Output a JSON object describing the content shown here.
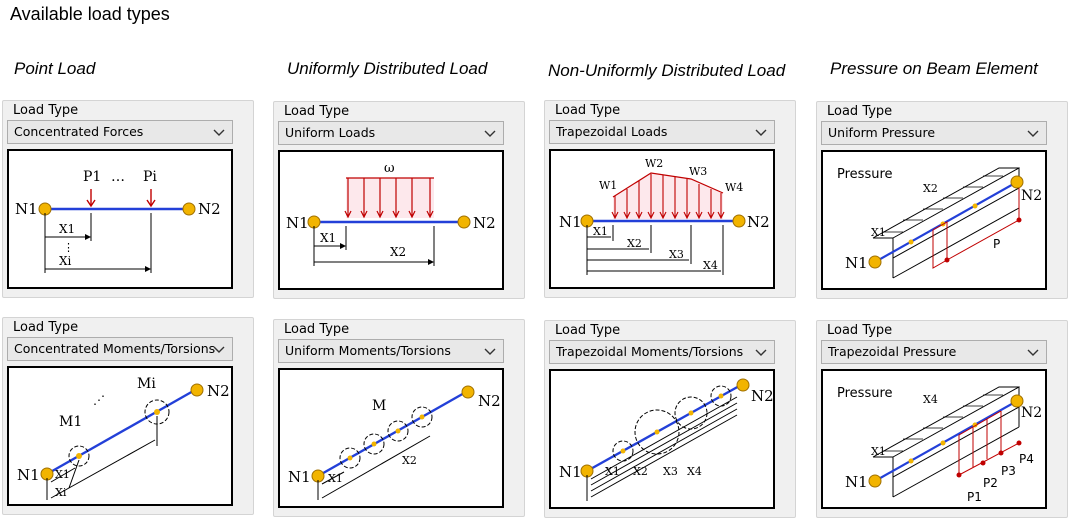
{
  "page_title": "Available load types",
  "columns": [
    {
      "title": "Point Load",
      "panels": [
        {
          "label": "Load Type",
          "selected": "Concentrated Forces",
          "diagram": {
            "n1": "N1",
            "n2": "N2",
            "p1": "P1",
            "pi": "Pi",
            "dots": "…",
            "x1": "X1",
            "xi": "Xi"
          }
        },
        {
          "label": "Load Type",
          "selected": "Concentrated Moments/Torsions",
          "diagram": {
            "n1": "N1",
            "n2": "N2",
            "m1": "M1",
            "mi": "Mi",
            "dots": "⋰",
            "x1": "X1",
            "xi": "Xi"
          }
        }
      ]
    },
    {
      "title": "Uniformly Distributed Load",
      "panels": [
        {
          "label": "Load Type",
          "selected": "Uniform Loads",
          "diagram": {
            "n1": "N1",
            "n2": "N2",
            "w": "ω",
            "x1": "X1",
            "x2": "X2"
          }
        },
        {
          "label": "Load Type",
          "selected": "Uniform Moments/Torsions",
          "diagram": {
            "n1": "N1",
            "n2": "N2",
            "m": "M",
            "x1": "X1",
            "x2": "X2"
          }
        }
      ]
    },
    {
      "title": "Non-Uniformly Distributed Load",
      "panels": [
        {
          "label": "Load Type",
          "selected": "Trapezoidal Loads",
          "diagram": {
            "n1": "N1",
            "n2": "N2",
            "w1": "W1",
            "w2": "W2",
            "w3": "W3",
            "w4": "W4",
            "x1": "X1",
            "x2": "X2",
            "x3": "X3",
            "x4": "X4"
          }
        },
        {
          "label": "Load Type",
          "selected": "Trapezoidal Moments/Torsions",
          "diagram": {
            "n1": "N1",
            "n2": "N2",
            "x1": "X1",
            "x2": "X2",
            "x3": "X3",
            "x4": "X4"
          }
        }
      ]
    },
    {
      "title": "Pressure on Beam Element",
      "panels": [
        {
          "label": "Load Type",
          "selected": "Uniform Pressure",
          "diagram": {
            "pressure": "Pressure",
            "n1": "N1",
            "n2": "N2",
            "x1": "X1",
            "x2": "X2",
            "p": "P"
          }
        },
        {
          "label": "Load Type",
          "selected": "Trapezoidal Pressure",
          "diagram": {
            "pressure": "Pressure",
            "n1": "N1",
            "n2": "N2",
            "x1": "X1",
            "x4": "X4",
            "p1": "P1",
            "p2": "P2",
            "p3": "P3",
            "p4": "P4"
          }
        }
      ]
    }
  ],
  "colors": {
    "beam": "#2340d8",
    "load": "#c00000",
    "node": "#f2b400",
    "bg": "#f0f0f0"
  },
  "icons": {
    "dropdown": "chevron-down-icon",
    "node": "node-circle-icon"
  }
}
